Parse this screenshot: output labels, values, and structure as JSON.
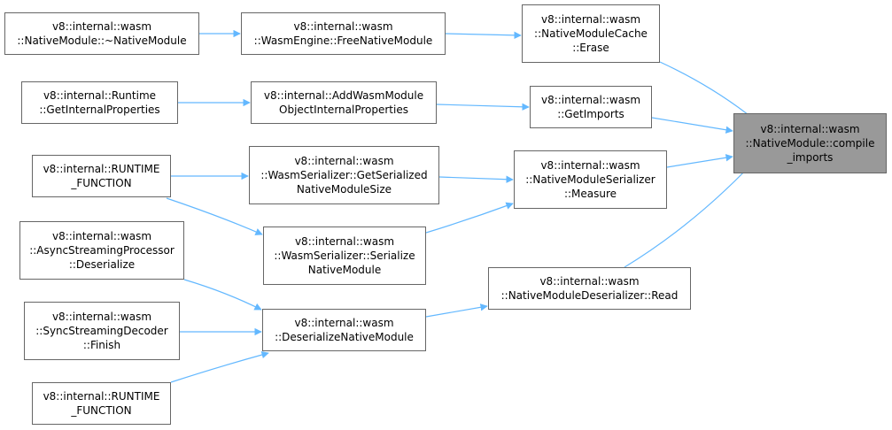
{
  "colors": {
    "edge": "#63b8ff",
    "focus_fill": "#999999",
    "border": "#666666"
  },
  "nodes": {
    "n1": "v8::internal::wasm\n::NativeModule::~NativeModule",
    "n2": "v8::internal::wasm\n::WasmEngine::FreeNativeModule",
    "n3": "v8::internal::wasm\n::NativeModuleCache\n::Erase",
    "n4": "v8::internal::Runtime\n::GetInternalProperties",
    "n5": "v8::internal::AddWasmModule\nObjectInternalProperties",
    "n6": "v8::internal::wasm\n::GetImports",
    "n7": "v8::internal::wasm\n::NativeModule::compile\n_imports",
    "n8": "v8::internal::RUNTIME\n_FUNCTION",
    "n9": "v8::internal::wasm\n::WasmSerializer::GetSerialized\nNativeModuleSize",
    "n10": "v8::internal::wasm\n::NativeModuleSerializer\n::Measure",
    "n11": "v8::internal::wasm\n::WasmSerializer::Serialize\nNativeModule",
    "n12": "v8::internal::wasm\n::AsyncStreamingProcessor\n::Deserialize",
    "n13": "v8::internal::wasm\n::NativeModuleDeserializer::Read",
    "n14": "v8::internal::wasm\n::DeserializeNativeModule",
    "n15": "v8::internal::wasm\n::SyncStreamingDecoder\n::Finish",
    "n16": "v8::internal::RUNTIME\n_FUNCTION"
  }
}
